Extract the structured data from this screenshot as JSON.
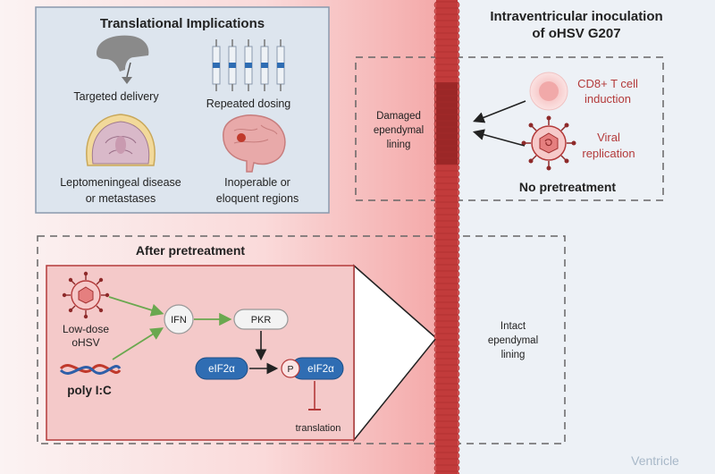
{
  "translational": {
    "title": "Translational Implications",
    "items": [
      {
        "label": "Targeted delivery"
      },
      {
        "label": "Repeated dosing"
      },
      {
        "label_line1": "Leptomeningeal disease",
        "label_line2": "or metastases"
      },
      {
        "label_line1": "Inoperable or",
        "label_line2": "eloquent regions"
      }
    ]
  },
  "inoculation": {
    "title_line1": "Intraventricular inoculation",
    "title_line2": "of oHSV G207"
  },
  "no_pretreatment": {
    "label": "No pretreatment",
    "damaged_line1": "Damaged",
    "damaged_line2": "ependymal",
    "damaged_line3": "lining",
    "cd8_line1": "CD8+ T cell",
    "cd8_line2": "induction",
    "viral_line1": "Viral",
    "viral_line2": "replication"
  },
  "after_pretreatment": {
    "title": "After pretreatment",
    "low_dose_line1": "Low-dose",
    "low_dose_line2": "oHSV",
    "poly": "poly I:C",
    "ifn": "IFN",
    "pkr": "PKR",
    "eif": "eIF2α",
    "p": "P",
    "eif_p": "eIF2α",
    "translation": "translation"
  },
  "intact": {
    "line1": "Intact",
    "line2": "ependymal",
    "line3": "lining"
  },
  "ventricle": "Ventricle",
  "colors": {
    "red_accent": "#b33a3a",
    "blue_pill": "#2f6db3",
    "green_arrow": "#6aa84f",
    "panel_border": "#8a99ad",
    "translational_bg": "#dde5ee"
  }
}
